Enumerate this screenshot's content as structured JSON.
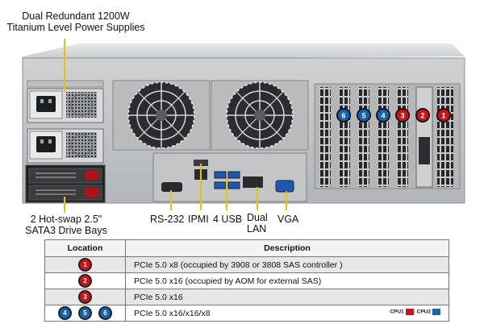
{
  "callouts": {
    "psu_line1": "Dual Redundant  1200W",
    "psu_line2": "Titanium  Level  Power Supplies",
    "bays_line1": "2 Hot-swap 2.5\"",
    "bays_line2": "SATA3 Drive Bays",
    "rs232": "RS-232",
    "ipmi": "IPMI",
    "usb": "4 USB",
    "lan_line1": "Dual",
    "lan_line2": "LAN",
    "vga": "VGA"
  },
  "slots": [
    {
      "number": "6",
      "cpu": "CPU2"
    },
    {
      "number": "5",
      "cpu": "CPU2"
    },
    {
      "number": "4",
      "cpu": "CPU2"
    },
    {
      "number": "3",
      "cpu": "CPU1"
    },
    {
      "number": "2",
      "cpu": "CPU1"
    },
    {
      "number": "1",
      "cpu": "CPU1"
    }
  ],
  "table": {
    "header_location": "Location",
    "header_description": "Description",
    "rows": [
      {
        "locations": [
          "1"
        ],
        "colors": [
          "red"
        ],
        "description": "PCIe 5.0 x8 (occupied by 3908 or 3808 SAS controller )"
      },
      {
        "locations": [
          "2"
        ],
        "colors": [
          "red"
        ],
        "description": "PCIe 5.0 x16 (occupied by AOM for external SAS)"
      },
      {
        "locations": [
          "3"
        ],
        "colors": [
          "red"
        ],
        "description": "PCIe 5.0 x16"
      },
      {
        "locations": [
          "4",
          "5",
          "6"
        ],
        "colors": [
          "blue",
          "blue",
          "blue"
        ],
        "description": "PCIe 5.0 x16/x16/x8"
      }
    ]
  },
  "legend": {
    "cpu1": "CPU1",
    "cpu2": "CPU2"
  },
  "colors": {
    "cpu1": "#d0101a",
    "cpu2": "#1464b4",
    "leader": "#e8c400"
  }
}
